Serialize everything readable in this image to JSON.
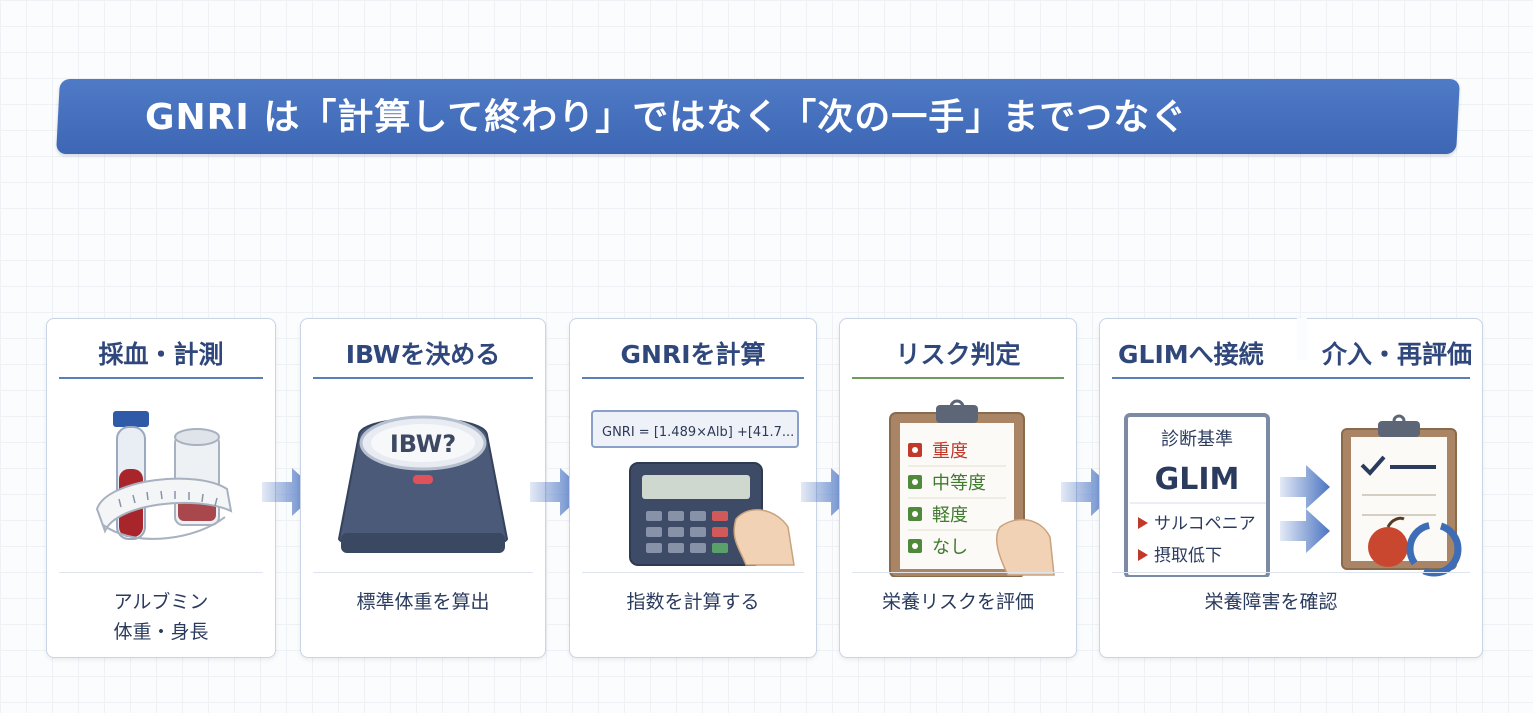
{
  "banner": {
    "title": "GNRI は「計算して終わり」ではなく「次の一手」までつなぐ"
  },
  "steps": [
    {
      "title": "採血・計測",
      "caption": [
        "アルブミン",
        "体重・身長"
      ],
      "icon": "blood-tube-and-tape-measure-icon"
    },
    {
      "title": "IBWを決める",
      "caption": [
        "標準体重を算出"
      ],
      "icon": "weighing-scale-icon",
      "scale_label": "IBW?"
    },
    {
      "title": "GNRIを計算",
      "caption": [
        "指数を計算する"
      ],
      "icon": "calculator-icon",
      "formula": "GNRI = [1.489×Alb] +[41.7..."
    },
    {
      "title": "リスク判定",
      "caption": [
        "栄養リスクを評価"
      ],
      "icon": "clipboard-icon",
      "levels": [
        "重度",
        "中等度",
        "軽度",
        "なし"
      ]
    },
    {
      "title": "GLIMへ接続",
      "title2": "介入・再評価",
      "caption": [
        "栄養障害を確認"
      ],
      "panel": {
        "heading": "診断基準",
        "name": "GLIM",
        "items": [
          "サルコペニア",
          "摂取低下"
        ]
      },
      "icon": "checklist-clipboard-icon"
    }
  ],
  "colors": {
    "banner": "#4472c4",
    "card_border": "#c9d4e6",
    "arrow": "#4a74c2",
    "risk_high": "#c0392b",
    "risk_mid": "#4f8a3b",
    "risk_low": "#4f8a3b",
    "risk_none": "#4f8a3b"
  }
}
